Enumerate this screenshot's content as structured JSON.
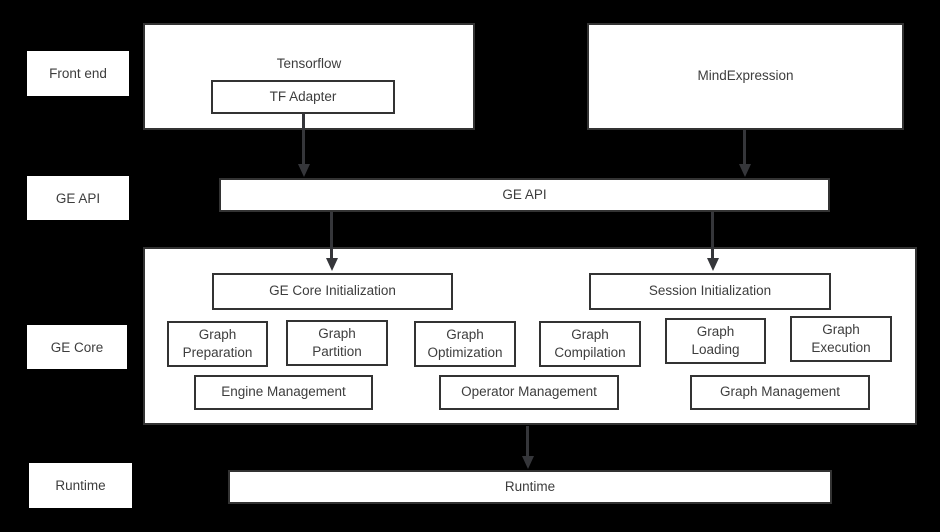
{
  "colors": {
    "bg": "#000000",
    "box-fill": "#ffffff",
    "border": "#333333",
    "text": "#3d3d3d",
    "arrow": "#35363a"
  },
  "row_labels": {
    "front_end": "Front end",
    "ge_api": "GE API",
    "ge_core": "GE Core",
    "runtime": "Runtime"
  },
  "front_end": {
    "tensorflow": "Tensorflow",
    "tf_adapter": "TF Adapter",
    "mind_expression": "MindExpression"
  },
  "ge_api": {
    "label": "GE API"
  },
  "ge_core": {
    "init": "GE Core Initialization",
    "session_init": "Session Initialization",
    "modules": [
      "Graph Preparation",
      "Graph Partition",
      "Graph Optimization",
      "Graph Compilation",
      "Graph Loading",
      "Graph Execution"
    ],
    "management": [
      "Engine Management",
      "Operator Management",
      "Graph Management"
    ]
  },
  "runtime": {
    "label": "Runtime"
  }
}
